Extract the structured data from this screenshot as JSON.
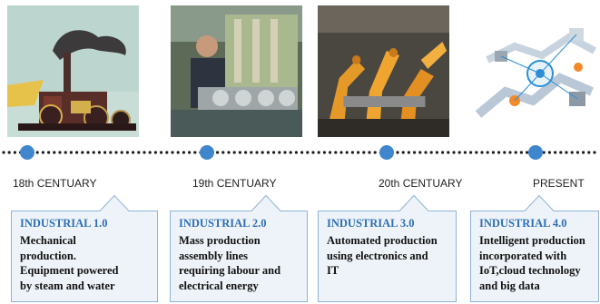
{
  "eras": [
    {
      "period": "18th CENTUARY",
      "title": "INDUSTRIAL 1.0",
      "desc_lines": [
        "Mechanical",
        "production.",
        "Equipment powered",
        "by steam and water"
      ],
      "image_icon": "steam-engine-illustration"
    },
    {
      "period": "19th CENTUARY",
      "title": "INDUSTRIAL 2.0",
      "desc_lines": [
        "Mass production",
        "assembly lines",
        "requiring labour and",
        "electrical energy"
      ],
      "image_icon": "assembly-line-worker-photo"
    },
    {
      "period": "20th CENTUARY",
      "title": "INDUSTRIAL 3.0",
      "desc_lines": [
        "Automated production",
        "using electronics and",
        "IT"
      ],
      "image_icon": "industrial-robots-photo"
    },
    {
      "period": "PRESENT",
      "title": "INDUSTRIAL 4.0",
      "desc_lines": [
        "Intelligent production",
        "incorporated with",
        "IoT,cloud technology",
        "and big data"
      ],
      "image_icon": "smart-factory-diagram"
    }
  ],
  "colors": {
    "timeline_dot": "#3f86cc",
    "timeline_dots_small": "#1a1a1a",
    "card_fill": "#eef3f9",
    "card_border": "#8fb2d9",
    "title": "#2e6fb7"
  }
}
